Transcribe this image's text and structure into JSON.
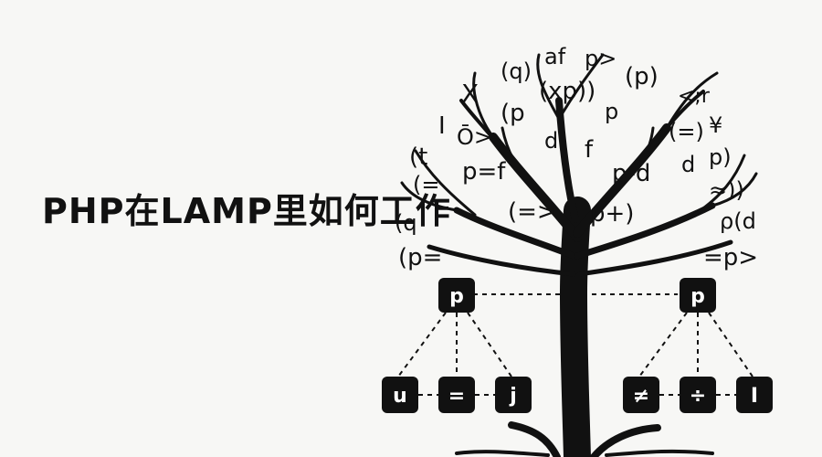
{
  "headline": {
    "text": "PHP在LAMP里如何工作"
  },
  "tree_glyphs": [
    "(q)",
    "af",
    "p>",
    "(p)",
    "X",
    "(xp))",
    "<;r",
    "(p",
    "p",
    "I",
    "d",
    "f",
    "(=)",
    "¥",
    "(t",
    "Ō>",
    "p=f",
    "p-d",
    "d",
    "p)",
    "(=",
    "(=>",
    "p+)",
    "≈))",
    "(q",
    "ρ(d",
    "(p=",
    "=p>"
  ],
  "nodes": {
    "left_parent": "p",
    "right_parent": "p",
    "left_children": [
      "u",
      "=",
      "j"
    ],
    "right_children": [
      "≠",
      "÷",
      "I"
    ]
  },
  "colors": {
    "background": "#f7f7f5",
    "ink": "#111111"
  }
}
